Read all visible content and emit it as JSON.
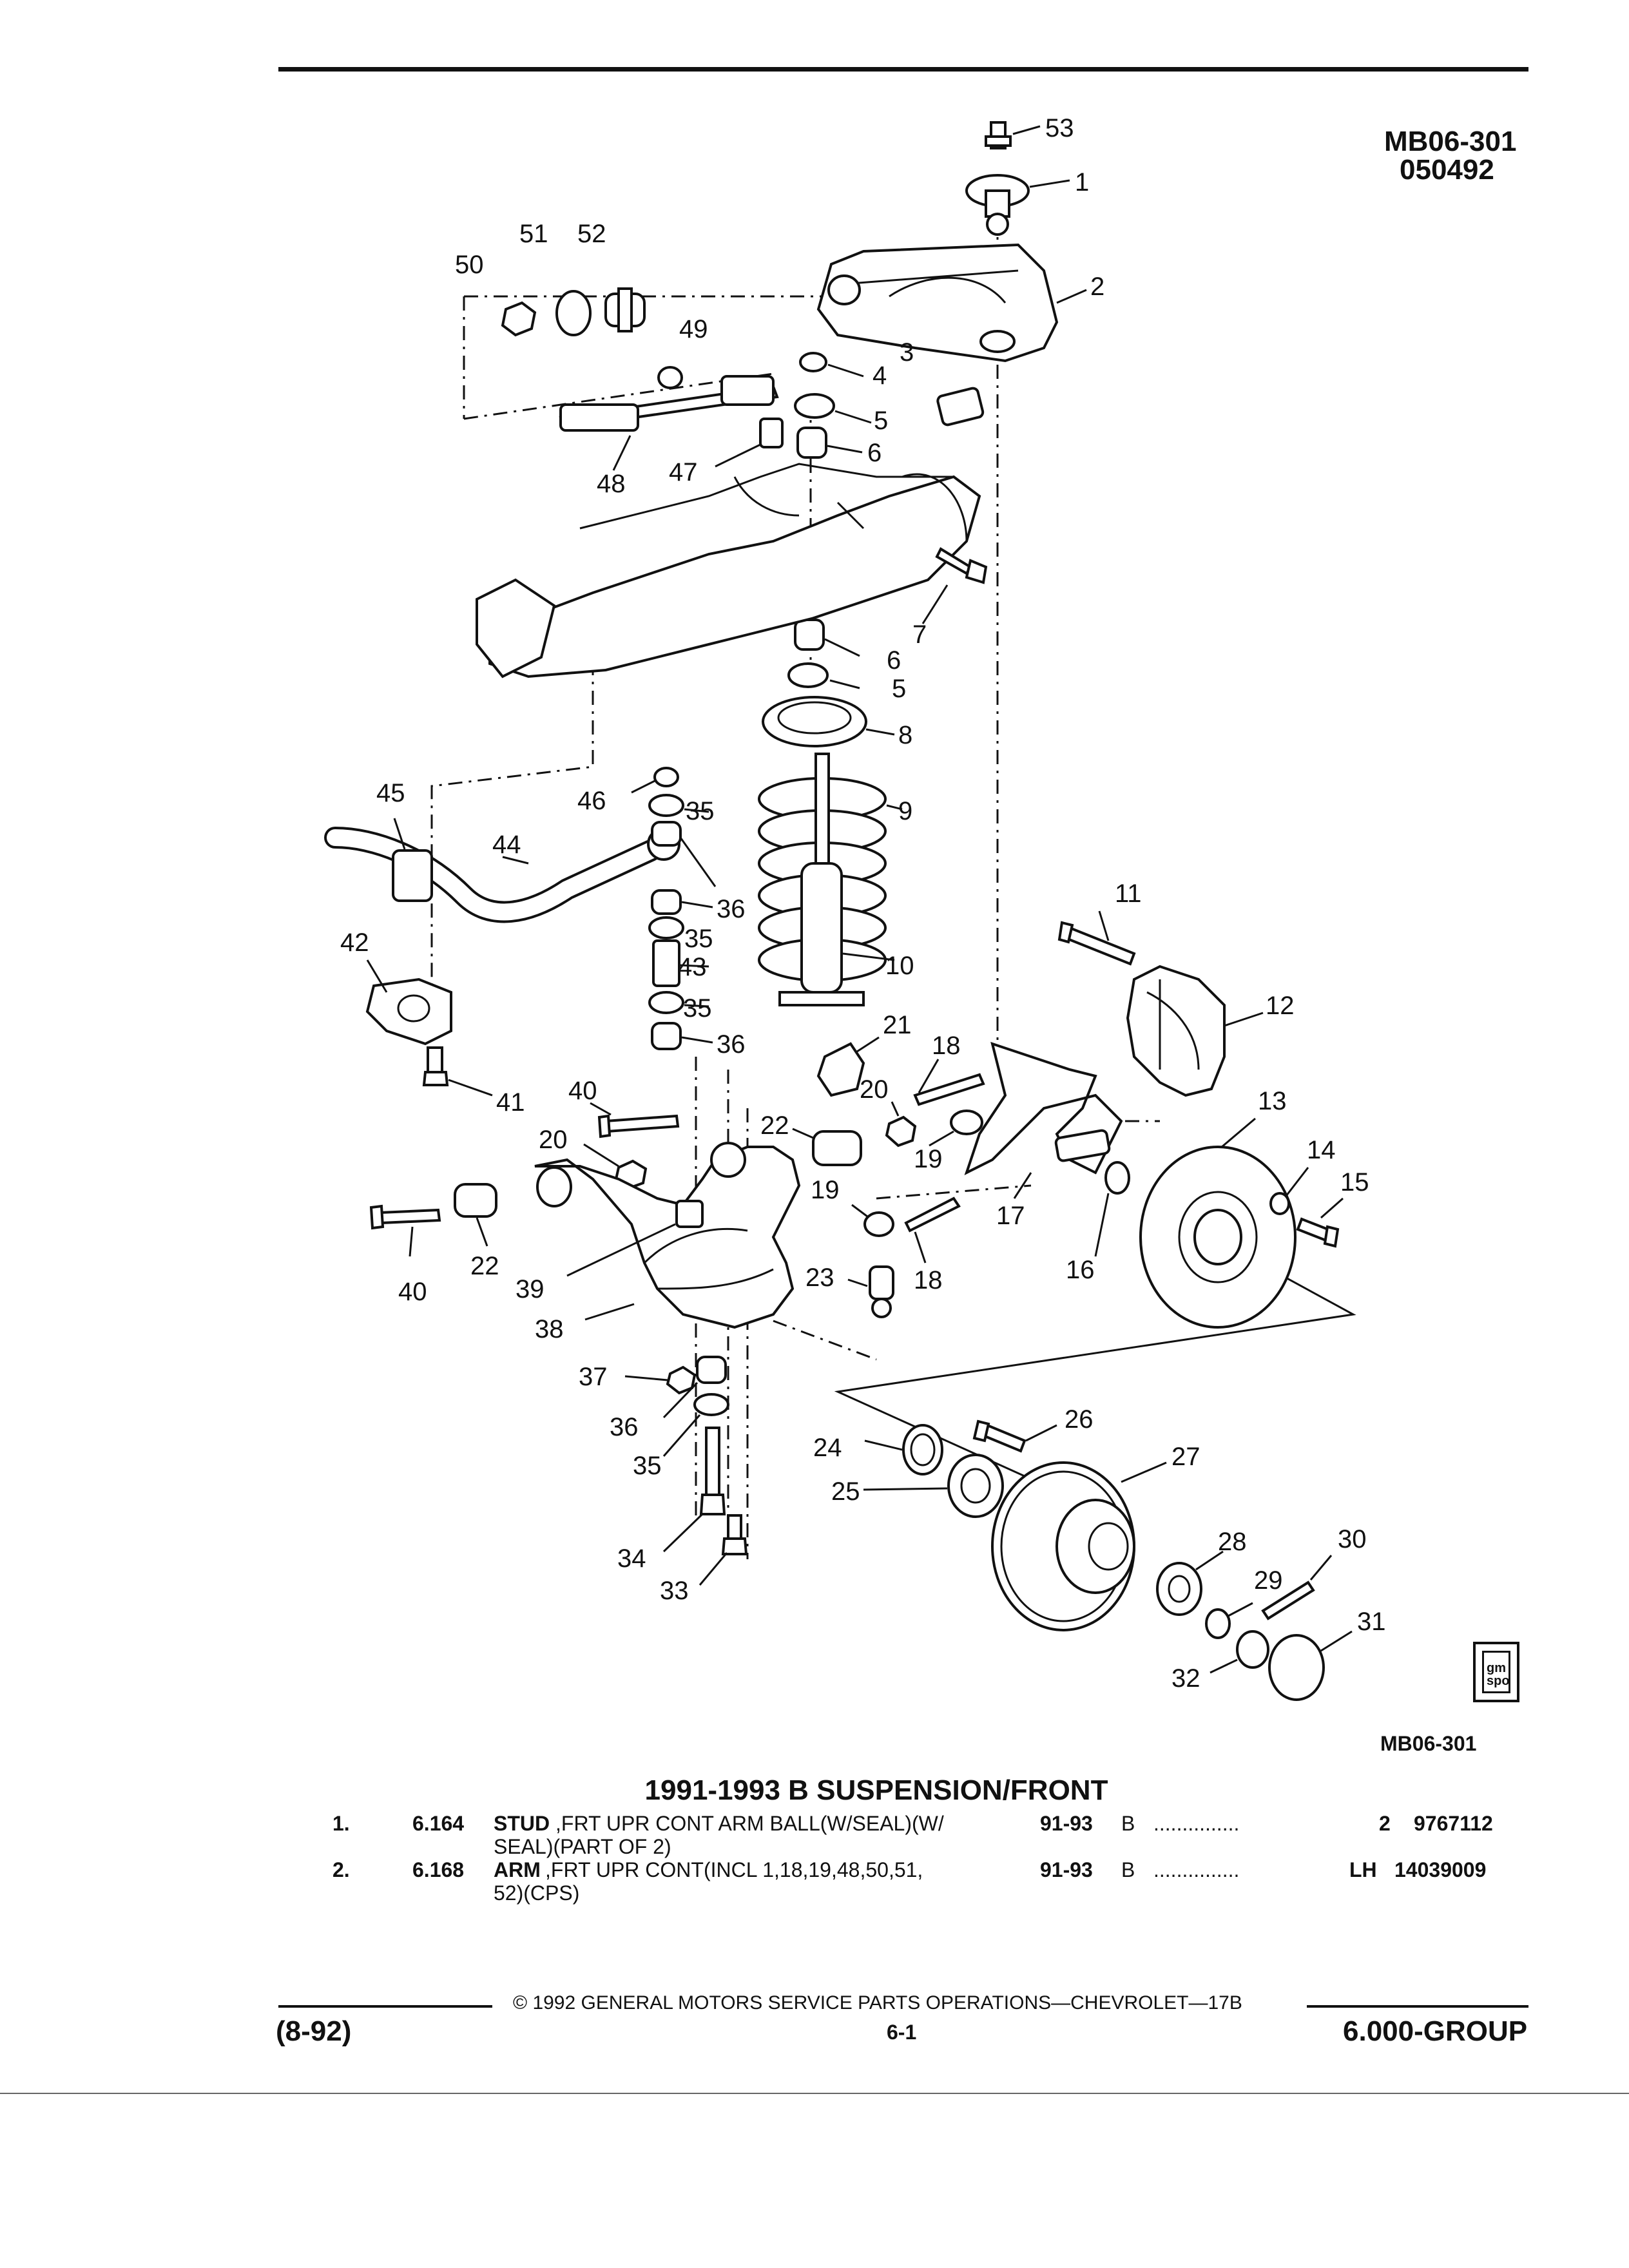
{
  "header": {
    "code": "MB06-301",
    "date": "050492"
  },
  "figure": {
    "caption_code": "MB06-301",
    "logo_text": "gm spo",
    "callouts": [
      "1",
      "2",
      "3",
      "4",
      "5",
      "5",
      "6",
      "6",
      "7",
      "8",
      "9",
      "10",
      "11",
      "12",
      "13",
      "14",
      "15",
      "16",
      "17",
      "18",
      "18",
      "19",
      "19",
      "20",
      "20",
      "21",
      "22",
      "22",
      "23",
      "24",
      "25",
      "26",
      "27",
      "28",
      "29",
      "30",
      "31",
      "32",
      "33",
      "34",
      "35",
      "35",
      "35",
      "35",
      "36",
      "36",
      "36",
      "37",
      "38",
      "39",
      "40",
      "40",
      "41",
      "42",
      "43",
      "44",
      "45",
      "46",
      "47",
      "48",
      "49",
      "50",
      "51",
      "52",
      "53"
    ]
  },
  "section": {
    "title": "1991-1993 B SUSPENSION/FRONT"
  },
  "parts": [
    {
      "item": "1.",
      "group": "6.164",
      "name": "STUD",
      "desc_line1": ",FRT UPR CONT ARM BALL(W/SEAL)(W/",
      "desc_line2": "SEAL)(PART OF 2)",
      "years": "91-93",
      "series": "B",
      "leader": "...............",
      "qty": "2",
      "part_no": "9767112"
    },
    {
      "item": "2.",
      "group": "6.168",
      "name": "ARM",
      "desc_line1": ",FRT UPR CONT(INCL 1,18,19,48,50,51,",
      "desc_line2": "52)(CPS)",
      "years": "91-93",
      "series": "B",
      "leader": "...............",
      "qty": "LH",
      "part_no": "14039009"
    }
  ],
  "footer": {
    "copyright": "© 1992 GENERAL MOTORS SERVICE PARTS OPERATIONS—CHEVROLET—17B",
    "revision": "(8-92)",
    "page": "6-1",
    "group": "6.000-GROUP"
  }
}
